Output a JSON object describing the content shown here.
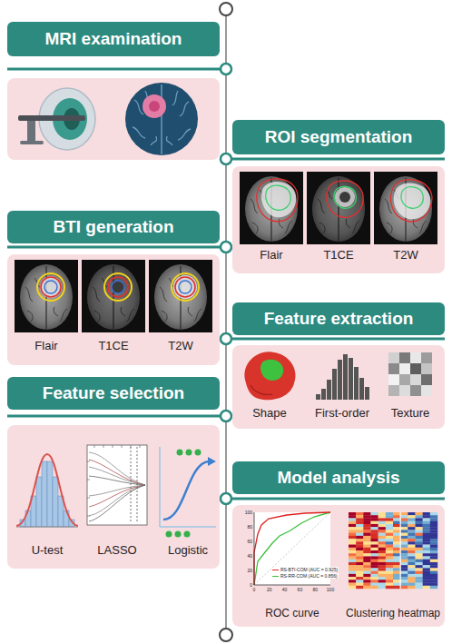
{
  "diagram": {
    "nodes": [
      {
        "text": [
          "MRI examination"
        ]
      },
      {
        "text": [
          "ROI segmentation"
        ]
      },
      {
        "text": [
          "Flair",
          "T1CE",
          "T2W"
        ]
      },
      {
        "text": [
          "BTI generation"
        ]
      },
      {
        "text": [
          "Flair",
          "T1CE",
          "T2W"
        ]
      },
      {
        "text": [
          "Feature extraction"
        ]
      },
      {
        "text": [
          "Shape",
          "First-order",
          "Texture"
        ]
      },
      {
        "text": [
          "Feature selection"
        ]
      },
      {
        "text": [
          "U-test",
          "LASSO",
          "Logistic"
        ]
      },
      {
        "text": [
          "Model analysis"
        ]
      },
      {
        "text": [
          "ROC curve",
          "Clustering heatmap"
        ]
      }
    ],
    "labels": [
      "0",
      "20",
      "40",
      "60",
      "80",
      "100",
      "0",
      "20",
      "40",
      "60",
      "80",
      "100"
    ],
    "legend": [
      {
        "text": "RS-BTI-COM (AUC = 0.925)"
      },
      {
        "text": "RS-RR-COM (AUC = 0.856)"
      }
    ]
  }
}
